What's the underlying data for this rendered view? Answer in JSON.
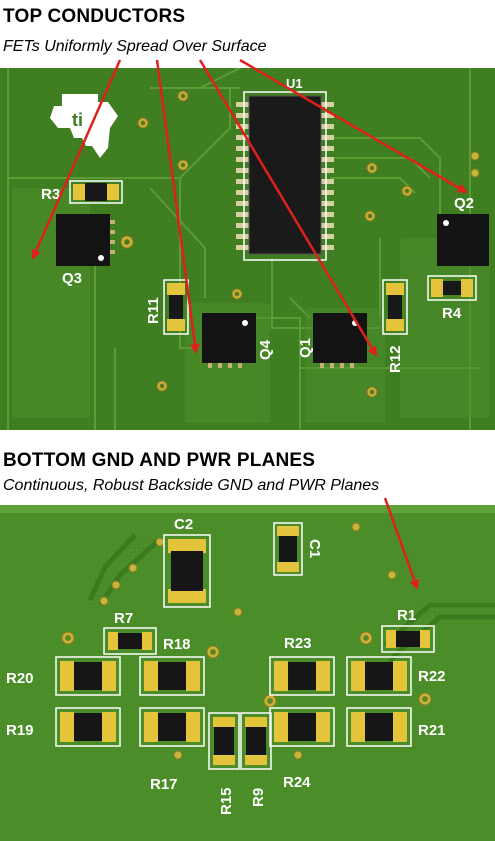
{
  "top_section": {
    "title": "TOP CONDUCTORS",
    "subtitle": "FETs Uniformly Spread Over Surface",
    "labels": {
      "u1": "U1",
      "r3": "R3",
      "q3": "Q3",
      "q2": "Q2",
      "r4": "R4",
      "r11": "R11",
      "q4": "Q4",
      "q1": "Q1",
      "r12": "R12"
    }
  },
  "bottom_section": {
    "title": "BOTTOM GND AND PWR PLANES",
    "subtitle": "Continuous, Robust Backside GND and PWR Planes",
    "labels": {
      "c2": "C2",
      "c1": "C1",
      "r7": "R7",
      "r18": "R18",
      "r23": "R23",
      "r1": "R1",
      "r20": "R20",
      "r22": "R22",
      "r19": "R19",
      "r21": "R21",
      "r17": "R17",
      "r15": "R15",
      "r9": "R9",
      "r24": "R24"
    }
  },
  "colors": {
    "board_green": "#3f7f1f",
    "trace_green": "#5a9a33",
    "pad_gold": "#e3c43a",
    "arrow_red": "#e0201c",
    "silkscreen": "#ffffff",
    "package_black": "#161616"
  },
  "icons": {
    "logo": "ti-logo-icon"
  }
}
